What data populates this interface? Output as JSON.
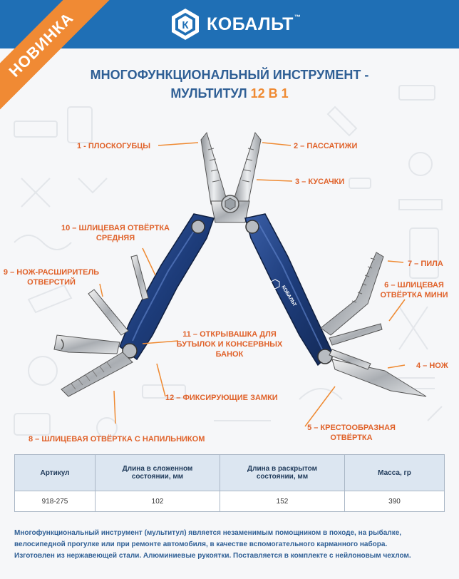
{
  "brand": {
    "name": "КОБАЛЬТ",
    "tm": "™",
    "colors": {
      "header": "#1f6fb5",
      "accent": "#ef8a32",
      "title": "#2f5f95",
      "callout": "#e0622a"
    }
  },
  "badge": {
    "label": "НОВИНКА"
  },
  "title": {
    "line1": "МНОГОФУНКЦИОНАЛЬНЫЙ ИНСТРУМЕНТ -",
    "line2_main": "МУЛЬТИТУЛ ",
    "line2_accent": "12 В 1"
  },
  "callouts": {
    "c1": "1 - ПЛОСКОГУБЦЫ",
    "c2": "2 – ПАССАТИЖИ",
    "c3": "3 – КУСАЧКИ",
    "c4": "4 – НОЖ",
    "c5_line1": "5 – КРЕСТООБРАЗНАЯ",
    "c5_line2": "ОТВЁРТКА",
    "c6_line1": "6 – ШЛИЦЕВАЯ",
    "c6_line2": "ОТВЁРТКА МИНИ",
    "c7": "7 – ПИЛА",
    "c8": "8 – ШЛИЦЕВАЯ ОТВЁРТКА С НАПИЛЬНИКОМ",
    "c9_line1": "9 – НОЖ-РАСШИРИТЕЛЬ",
    "c9_line2": "ОТВЕРСТИЙ",
    "c10_line1": "10 – ШЛИЦЕВАЯ ОТВЁРТКА",
    "c10_line2": "СРЕДНЯЯ",
    "c11_line1": "11 – ОТКРЫВАШКА ДЛЯ",
    "c11_line2": "БУТЫЛОК И КОНСЕРВНЫХ",
    "c11_line3": "БАНОК",
    "c12": "12 – ФИКСИРУЮЩИЕ ЗАМКИ"
  },
  "tool": {
    "handle_logo": "КОБАЛЬТ"
  },
  "spec_table": {
    "headers": {
      "article": "Артикул",
      "folded_l1": "Длина в сложенном",
      "folded_l2": "состоянии, мм",
      "open_l1": "Длина в раскрытом",
      "open_l2": "состоянии, мм",
      "mass": "Масса, гр"
    },
    "row": {
      "article": "918-275",
      "folded": "102",
      "open": "152",
      "mass": "390"
    }
  },
  "description": {
    "line1": "Многофункциональный инструмент (мультитул) является незаменимым помощником в походе, на рыбалке,",
    "line2": "велосипедной прогулке или при ремонте автомобиля, в качестве вспомогательного карманного набора.",
    "line3": "Изготовлен из нержавеющей стали. Алюминиевые рукоятки. Поставляется в комплекте с нейлоновым чехлом."
  }
}
